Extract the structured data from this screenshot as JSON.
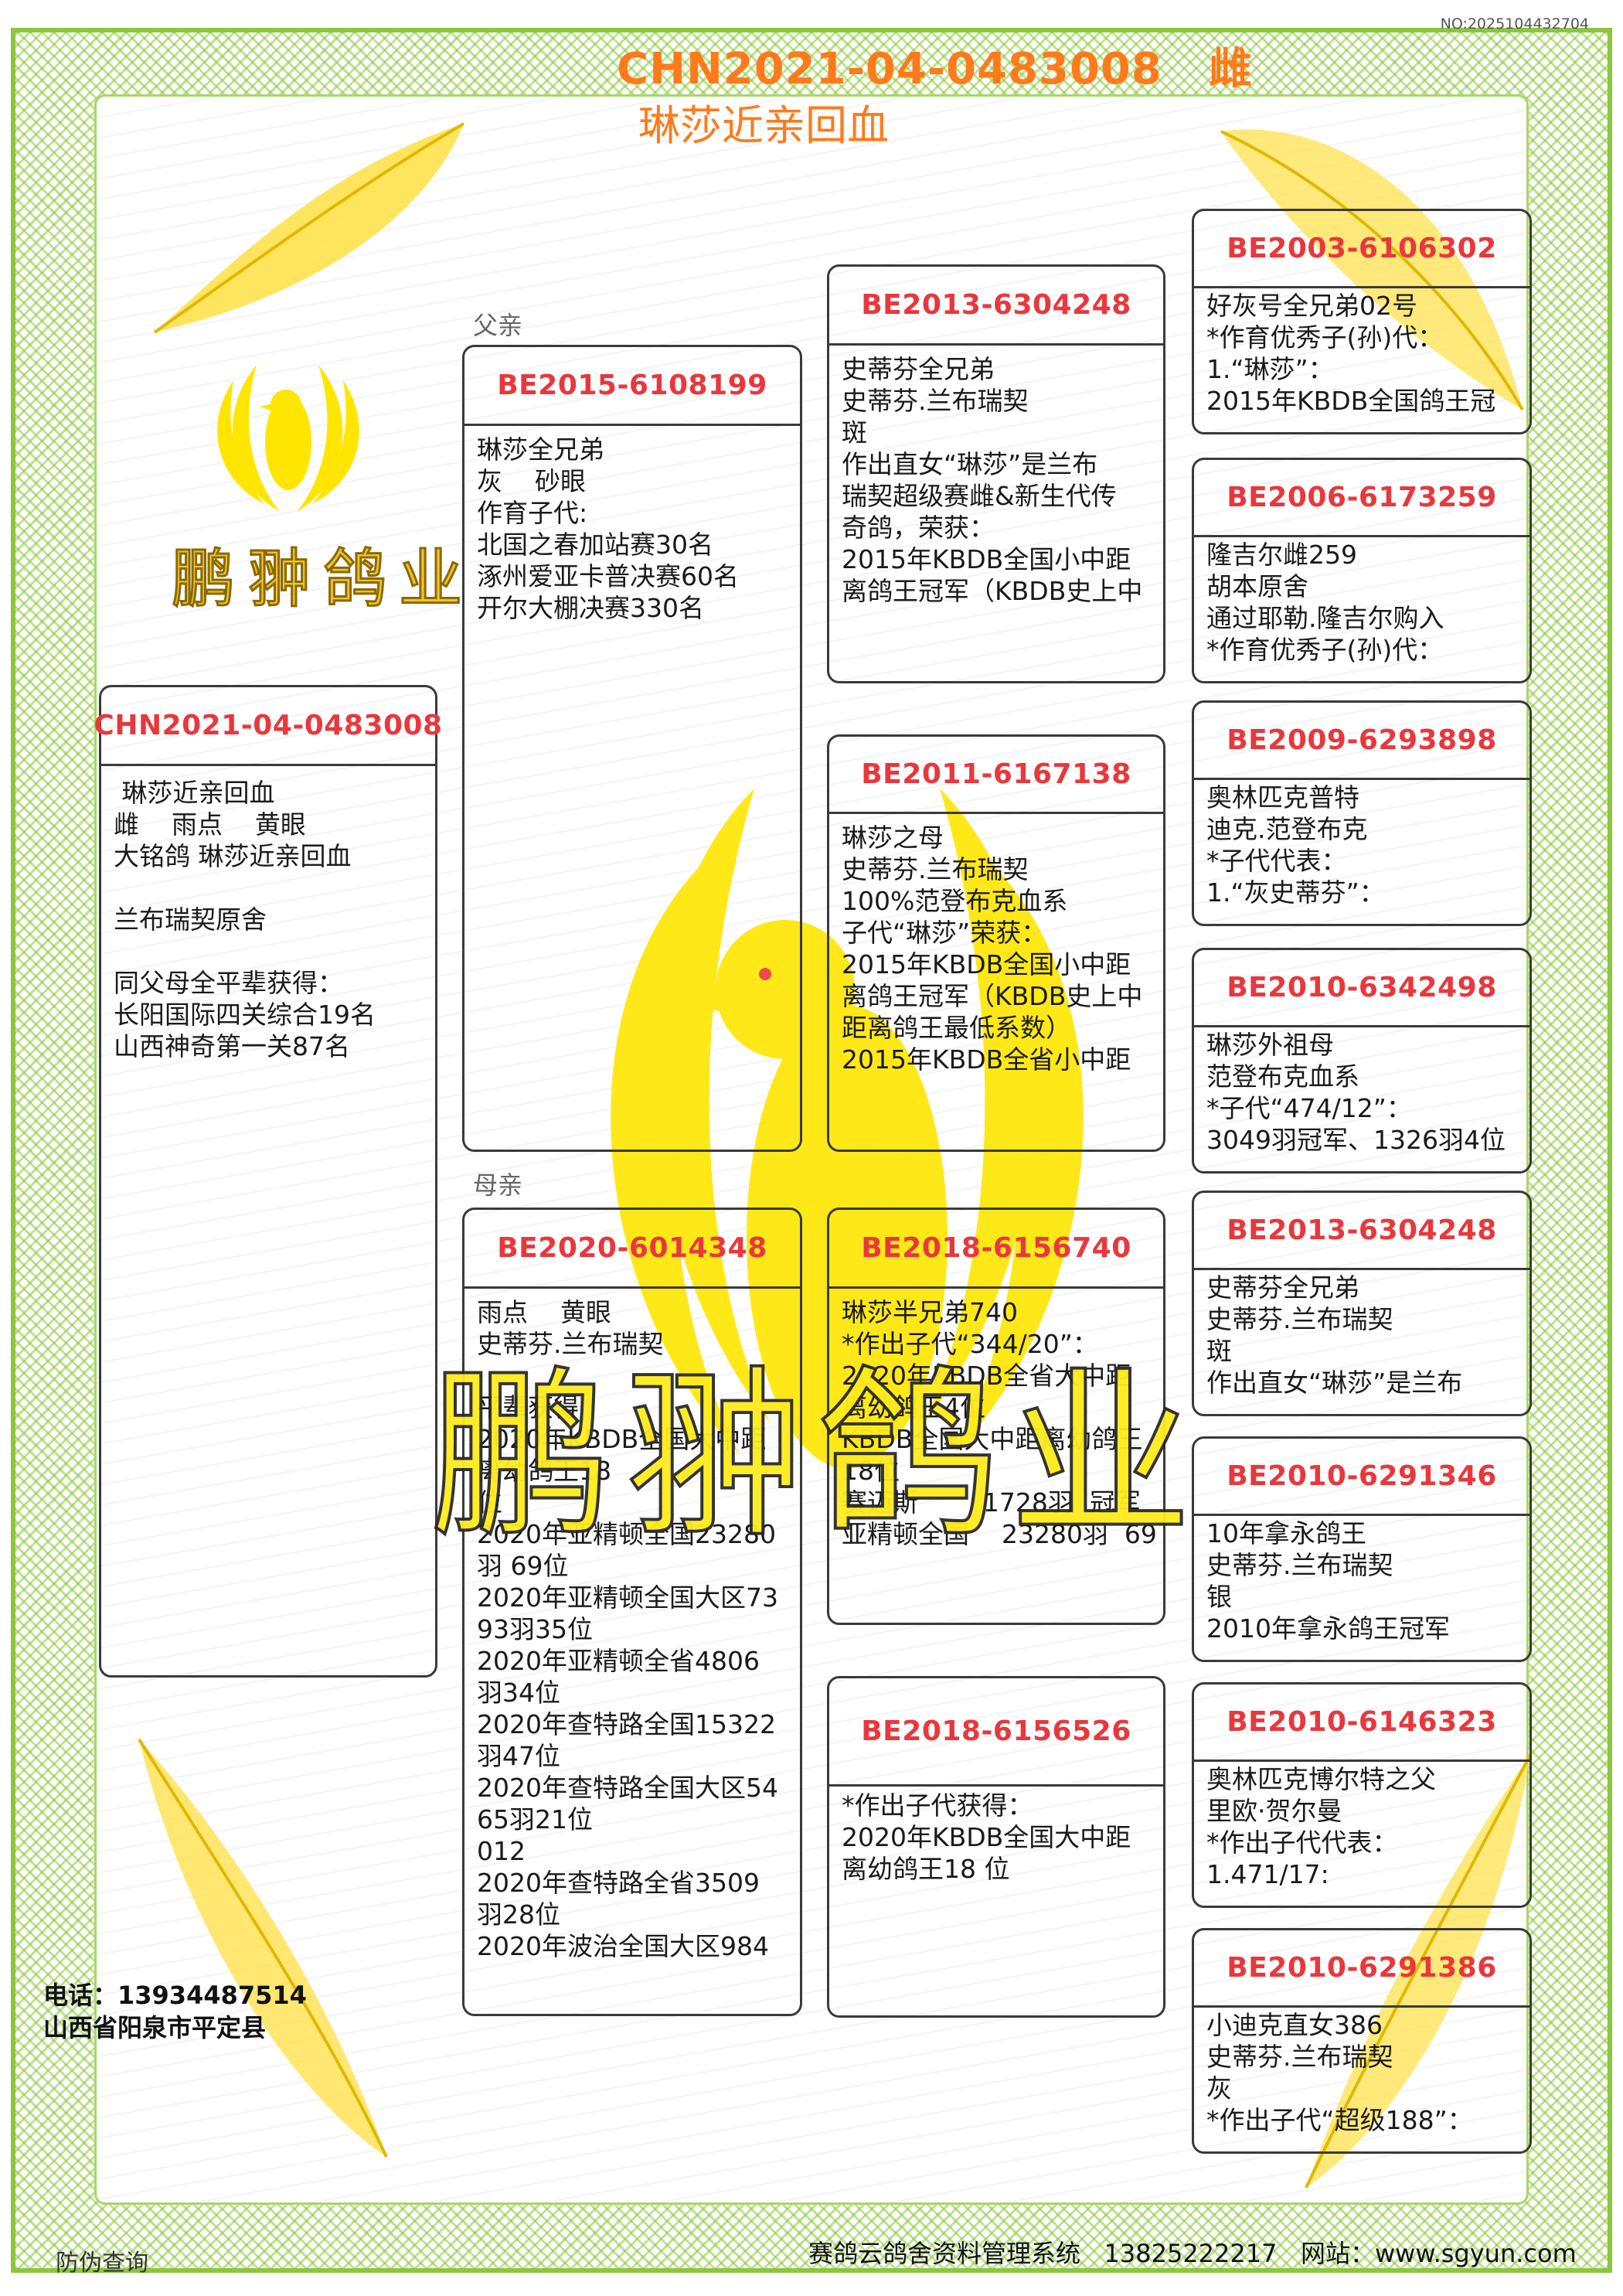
{
  "serial_no": "NO:2025104432704",
  "header": {
    "ring": "CHN2021-04-0483008",
    "sex": "雌",
    "name": "琳莎近亲回血"
  },
  "labels": {
    "father": "父亲",
    "mother": "母亲"
  },
  "subject": {
    "ring": "CHN2021-04-0483008",
    "lines": [
      " 琳莎近亲回血",
      "雌    雨点    黄眼",
      "大铭鸽 琳莎近亲回血",
      "",
      "兰布瑞契原舍",
      "",
      "同父母全平辈获得：",
      "长阳国际四关综合19名",
      "山西神奇第一关87名"
    ]
  },
  "sire": {
    "ring": "BE2015-6108199",
    "lines": [
      "琳莎全兄弟",
      "灰    砂眼",
      "作育子代:",
      "北国之春加站赛30名",
      "涿州爱亚卡普决赛60名",
      "开尔大棚决赛330名"
    ]
  },
  "dam": {
    "ring": "BE2020-6014348",
    "lines": [
      "雨点    黄眼",
      "史蒂芬.兰布瑞契",
      "",
      "平辈获得",
      "2020年KBDB全国大中距",
      "离幼鸽王18",
      "位",
      "2020年亚精顿全国23280",
      "羽 69位",
      "2020年亚精顿全国大区73",
      "93羽35位",
      "2020年亚精顿全省4806",
      "羽34位",
      "2020年查特路全国15322",
      "羽47位",
      "2020年查特路全国大区54",
      "65羽21位",
      "012",
      "2020年查特路全省3509",
      "羽28位",
      "2020年波治全国大区984"
    ]
  },
  "grandparents": [
    {
      "ring": "BE2013-6304248",
      "lines": [
        "史蒂芬全兄弟",
        "史蒂芬.兰布瑞契",
        "斑",
        "作出直女“琳莎”是兰布",
        "瑞契超级赛雌&新生代传",
        "奇鸽，荣获：",
        "2015年KBDB全国小中距",
        "离鸽王冠军（KBDB史上中"
      ]
    },
    {
      "ring": "BE2011-6167138",
      "lines": [
        "琳莎之母",
        "史蒂芬.兰布瑞契",
        "100%范登布克血系",
        "子代“琳莎”荣获：",
        "2015年KBDB全国小中距",
        "离鸽王冠军（KBDB史上中",
        "距离鸽王最低系数）",
        "2015年KBDB全省小中距"
      ]
    },
    {
      "ring": "BE2018-6156740",
      "lines": [
        "琳莎半兄弟740",
        "*作出子代“344/20”：",
        "2020年KBDB全省大中距",
        "离幼鸽王4位",
        "KBDB全国大中距离幼鸽王",
        "18位",
        "赛迈斯        1728羽  冠军",
        "亚精顿全国    23280羽  69"
      ]
    },
    {
      "ring": "BE2018-6156526",
      "lines": [
        "*作出子代获得：",
        "2020年KBDB全国大中距",
        "离幼鸽王18 位"
      ]
    }
  ],
  "great_grandparents": [
    {
      "ring": "BE2003-6106302",
      "lines": [
        "好灰号全兄弟02号",
        "*作育优秀子(孙)代：",
        "1.“琳莎”：",
        "2015年KBDB全国鸽王冠"
      ]
    },
    {
      "ring": "BE2006-6173259",
      "lines": [
        "隆吉尔雌259",
        "胡本原舍",
        "通过耶勒.隆吉尔购入",
        "*作育优秀子(孙)代："
      ]
    },
    {
      "ring": "BE2009-6293898",
      "lines": [
        "奥林匹克普特",
        "迪克.范登布克",
        "*子代代表：",
        "1.“灰史蒂芬”："
      ]
    },
    {
      "ring": "BE2010-6342498",
      "lines": [
        "琳莎外祖母",
        "范登布克血系",
        "*子代“474/12”：",
        "3049羽冠军、1326羽4位"
      ]
    },
    {
      "ring": "BE2013-6304248",
      "lines": [
        "史蒂芬全兄弟",
        "史蒂芬.兰布瑞契",
        "斑",
        "作出直女“琳莎”是兰布"
      ]
    },
    {
      "ring": "BE2010-6291346",
      "lines": [
        "10年拿永鸽王",
        "史蒂芬.兰布瑞契",
        "银",
        "2010年拿永鸽王冠军"
      ]
    },
    {
      "ring": "BE2010-6146323",
      "lines": [
        "奥林匹克博尔特之父",
        "里欧·贺尔曼",
        "*作出子代代表：",
        "1.471/17:"
      ]
    },
    {
      "ring": "BE2010-6291386",
      "lines": [
        "小迪克直女386",
        "史蒂芬.兰布瑞契",
        "灰",
        "*作出子代“超级188”："
      ]
    }
  ],
  "logo": {
    "brand": "鹏翀鸽业"
  },
  "watermark": {
    "text": "鹏翀鸽业"
  },
  "contact": {
    "phone": "电话：13934487514",
    "address": "山西省阳泉市平定县"
  },
  "footer": {
    "anti_fake": "防伪查询",
    "system": "赛鸽云鸽舍资料管理系统   13825222217   网站：www.sgyun.com"
  },
  "colors": {
    "accent_orange": "#ff7a1a",
    "ring_red": "#e8383d",
    "border_green": "#8cc63f",
    "logo_yellow": "#ffec1e"
  }
}
